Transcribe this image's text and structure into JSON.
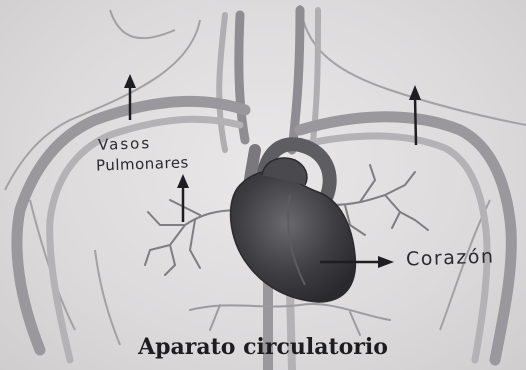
{
  "labels": {
    "vasos_line1": "Vasos",
    "vasos_line2": "Pulmonares",
    "corazon": "Corazón"
  },
  "caption": "Aparato circulatorio",
  "colors": {
    "background": "#dcdadb",
    "vessel": "#a9a7aa",
    "vessel_dark": "#7d7b7f",
    "heart": "#3c3b3f",
    "ink": "#1d1d1f"
  }
}
